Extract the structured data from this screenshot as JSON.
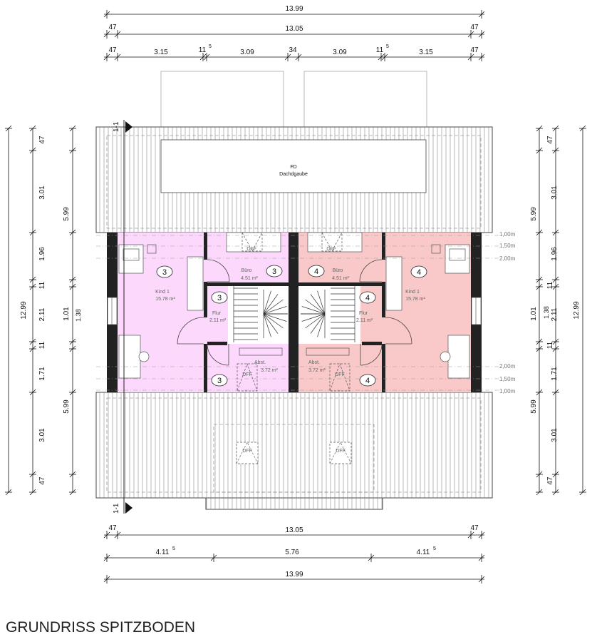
{
  "title": "GRUNDRISS SPITZBODEN",
  "colors": {
    "left_unit": "#fcd8fc",
    "right_unit": "#f9c8c8"
  },
  "dims": {
    "top_total": "13.99",
    "top_overhang_l": "47",
    "top_inner": "13.05",
    "top_overhang_r": "47",
    "top_seg_47a": "47",
    "top_seg_315a": "3.15",
    "top_seg_11a": "11",
    "top_seg_309a": "3.09",
    "top_seg_34": "34",
    "top_seg_309b": "3.09",
    "top_seg_11b": "11",
    "top_seg_315b": "3.15",
    "top_seg_47b": "47",
    "sup5": "5",
    "bottom_overhang_l": "47",
    "bottom_inner": "13.05",
    "bottom_overhang_r": "47",
    "bottom_seg_411a": "4.11",
    "bottom_seg_576": "5.76",
    "bottom_seg_411b": "4.11",
    "bottom_total": "13.99",
    "side_total": "12.99",
    "side_599": "5.99",
    "side_47": "47",
    "side_301": "3.01",
    "side_196": "1.96",
    "side_11": "11",
    "side_211": "2.11",
    "side_101": "1.01",
    "side_138": "1.38",
    "side_171": "1.71"
  },
  "levels": {
    "l100": "1,00m",
    "l150": "1,50m",
    "l200": "2,00m"
  },
  "section_mark": "1-1",
  "dormer": {
    "fd": "FD",
    "label": "Dachdgaube"
  },
  "rooms": {
    "kind": "Kind 1",
    "kind_area": "15.78 m²",
    "buero_l": "Büro",
    "buero_r": "Büro",
    "buero_area": "4.51 m²",
    "flur": "Flur",
    "flur_area": "2.11 m²",
    "abst": "Abst.",
    "abst_area": "3.72 m²",
    "dff": "DFF"
  },
  "tags": {
    "three": "3",
    "four": "4"
  }
}
